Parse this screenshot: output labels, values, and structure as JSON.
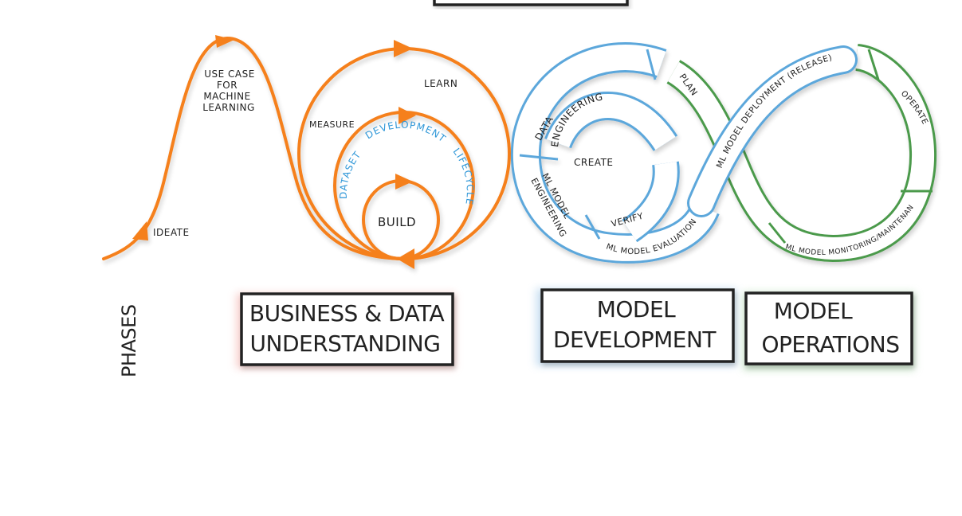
{
  "colors": {
    "orange": "#f5801f",
    "blue": "#5ba7db",
    "green": "#4c9a4c",
    "dataset_text": "#2f97d8",
    "outline": "#222222"
  },
  "experimentation": {
    "ideate": "IDEATE",
    "use_case": [
      "USE CASE",
      "FOR",
      "MACHINE",
      "LEARNING"
    ],
    "measure": "MEASURE",
    "learn": "LEARN",
    "build": "BUILD",
    "dataset_lifecycle": [
      "DATASET",
      "DEVELOPMENT",
      "LIFECYCLE"
    ]
  },
  "devops_loop": {
    "data_engineering": [
      "DATA",
      "ENGINEERING"
    ],
    "create": "CREATE",
    "ml_model_engineering": [
      "ML MODEL",
      "ENGINEERING"
    ],
    "verify": "VERIFY",
    "ml_model_evaluation": "ML MODEL EVALUATION",
    "plan": "PLAN",
    "ml_model_deployment": "ML MODEL DEPLOYMENT (RELEASE)",
    "operate": "OPERATE",
    "monitoring": "ML MODEL MONITORING/MAINTENANCE"
  },
  "phases": {
    "label": "PHASES",
    "items": [
      {
        "lines": [
          "BUSINESS & DATA",
          "UNDERSTANDING"
        ],
        "glow": "#f6c3bf"
      },
      {
        "lines": [
          "MODEL",
          "DEVELOPMENT"
        ],
        "glow": "#bcd8ef"
      },
      {
        "lines": [
          "MODEL",
          "OPERATIONS"
        ],
        "glow": "#b9ddb9"
      }
    ]
  }
}
